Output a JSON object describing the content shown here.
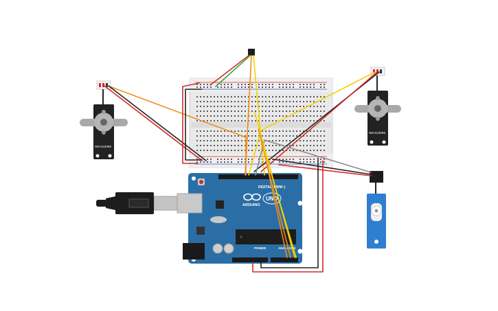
{
  "servo_left": {
    "model": "SM-S2309S"
  },
  "servo_right": {
    "model": "SM-S2309S"
  },
  "arduino": {
    "brand": "ARDUINO",
    "model": "UNO",
    "digital_label": "DIGITAL (PWM~)",
    "power_label": "POWER",
    "analog_label": "ANALOG IN"
  },
  "colors": {
    "red": "#d42a2a",
    "black": "#222222",
    "orange": "#f08c1a",
    "yellow": "#f2d200",
    "green": "#3aa53a",
    "gray": "#8a8a8a",
    "board": "#2b6ea5",
    "servo_blue": "#2f7fd0"
  },
  "icons": [
    "usb-cable-icon",
    "servo-icon",
    "microservo-icon",
    "sensor-icon"
  ]
}
